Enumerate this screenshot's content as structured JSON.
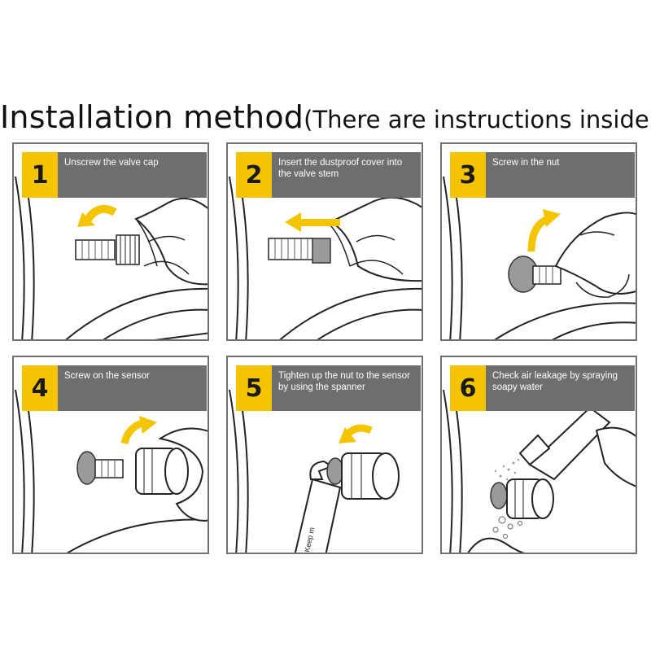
{
  "title": {
    "main": "Installation method",
    "sub": "(There are instructions inside)"
  },
  "steps": [
    {
      "number": "1",
      "text": "Unscrew the valve cap"
    },
    {
      "number": "2",
      "text": "Insert the dustproof cover into the valve stem"
    },
    {
      "number": "3",
      "text": "Screw in the nut"
    },
    {
      "number": "4",
      "text": "Screw on the sensor"
    },
    {
      "number": "5",
      "text": "Tighten up the nut to the sensor by using the spanner"
    },
    {
      "number": "6",
      "text": "Check air leakage by spraying soapy water"
    }
  ],
  "spanner_text": "Keep m",
  "colors": {
    "accent": "#f5c400",
    "caption_bg": "#6e6e6e",
    "border": "#707070"
  }
}
